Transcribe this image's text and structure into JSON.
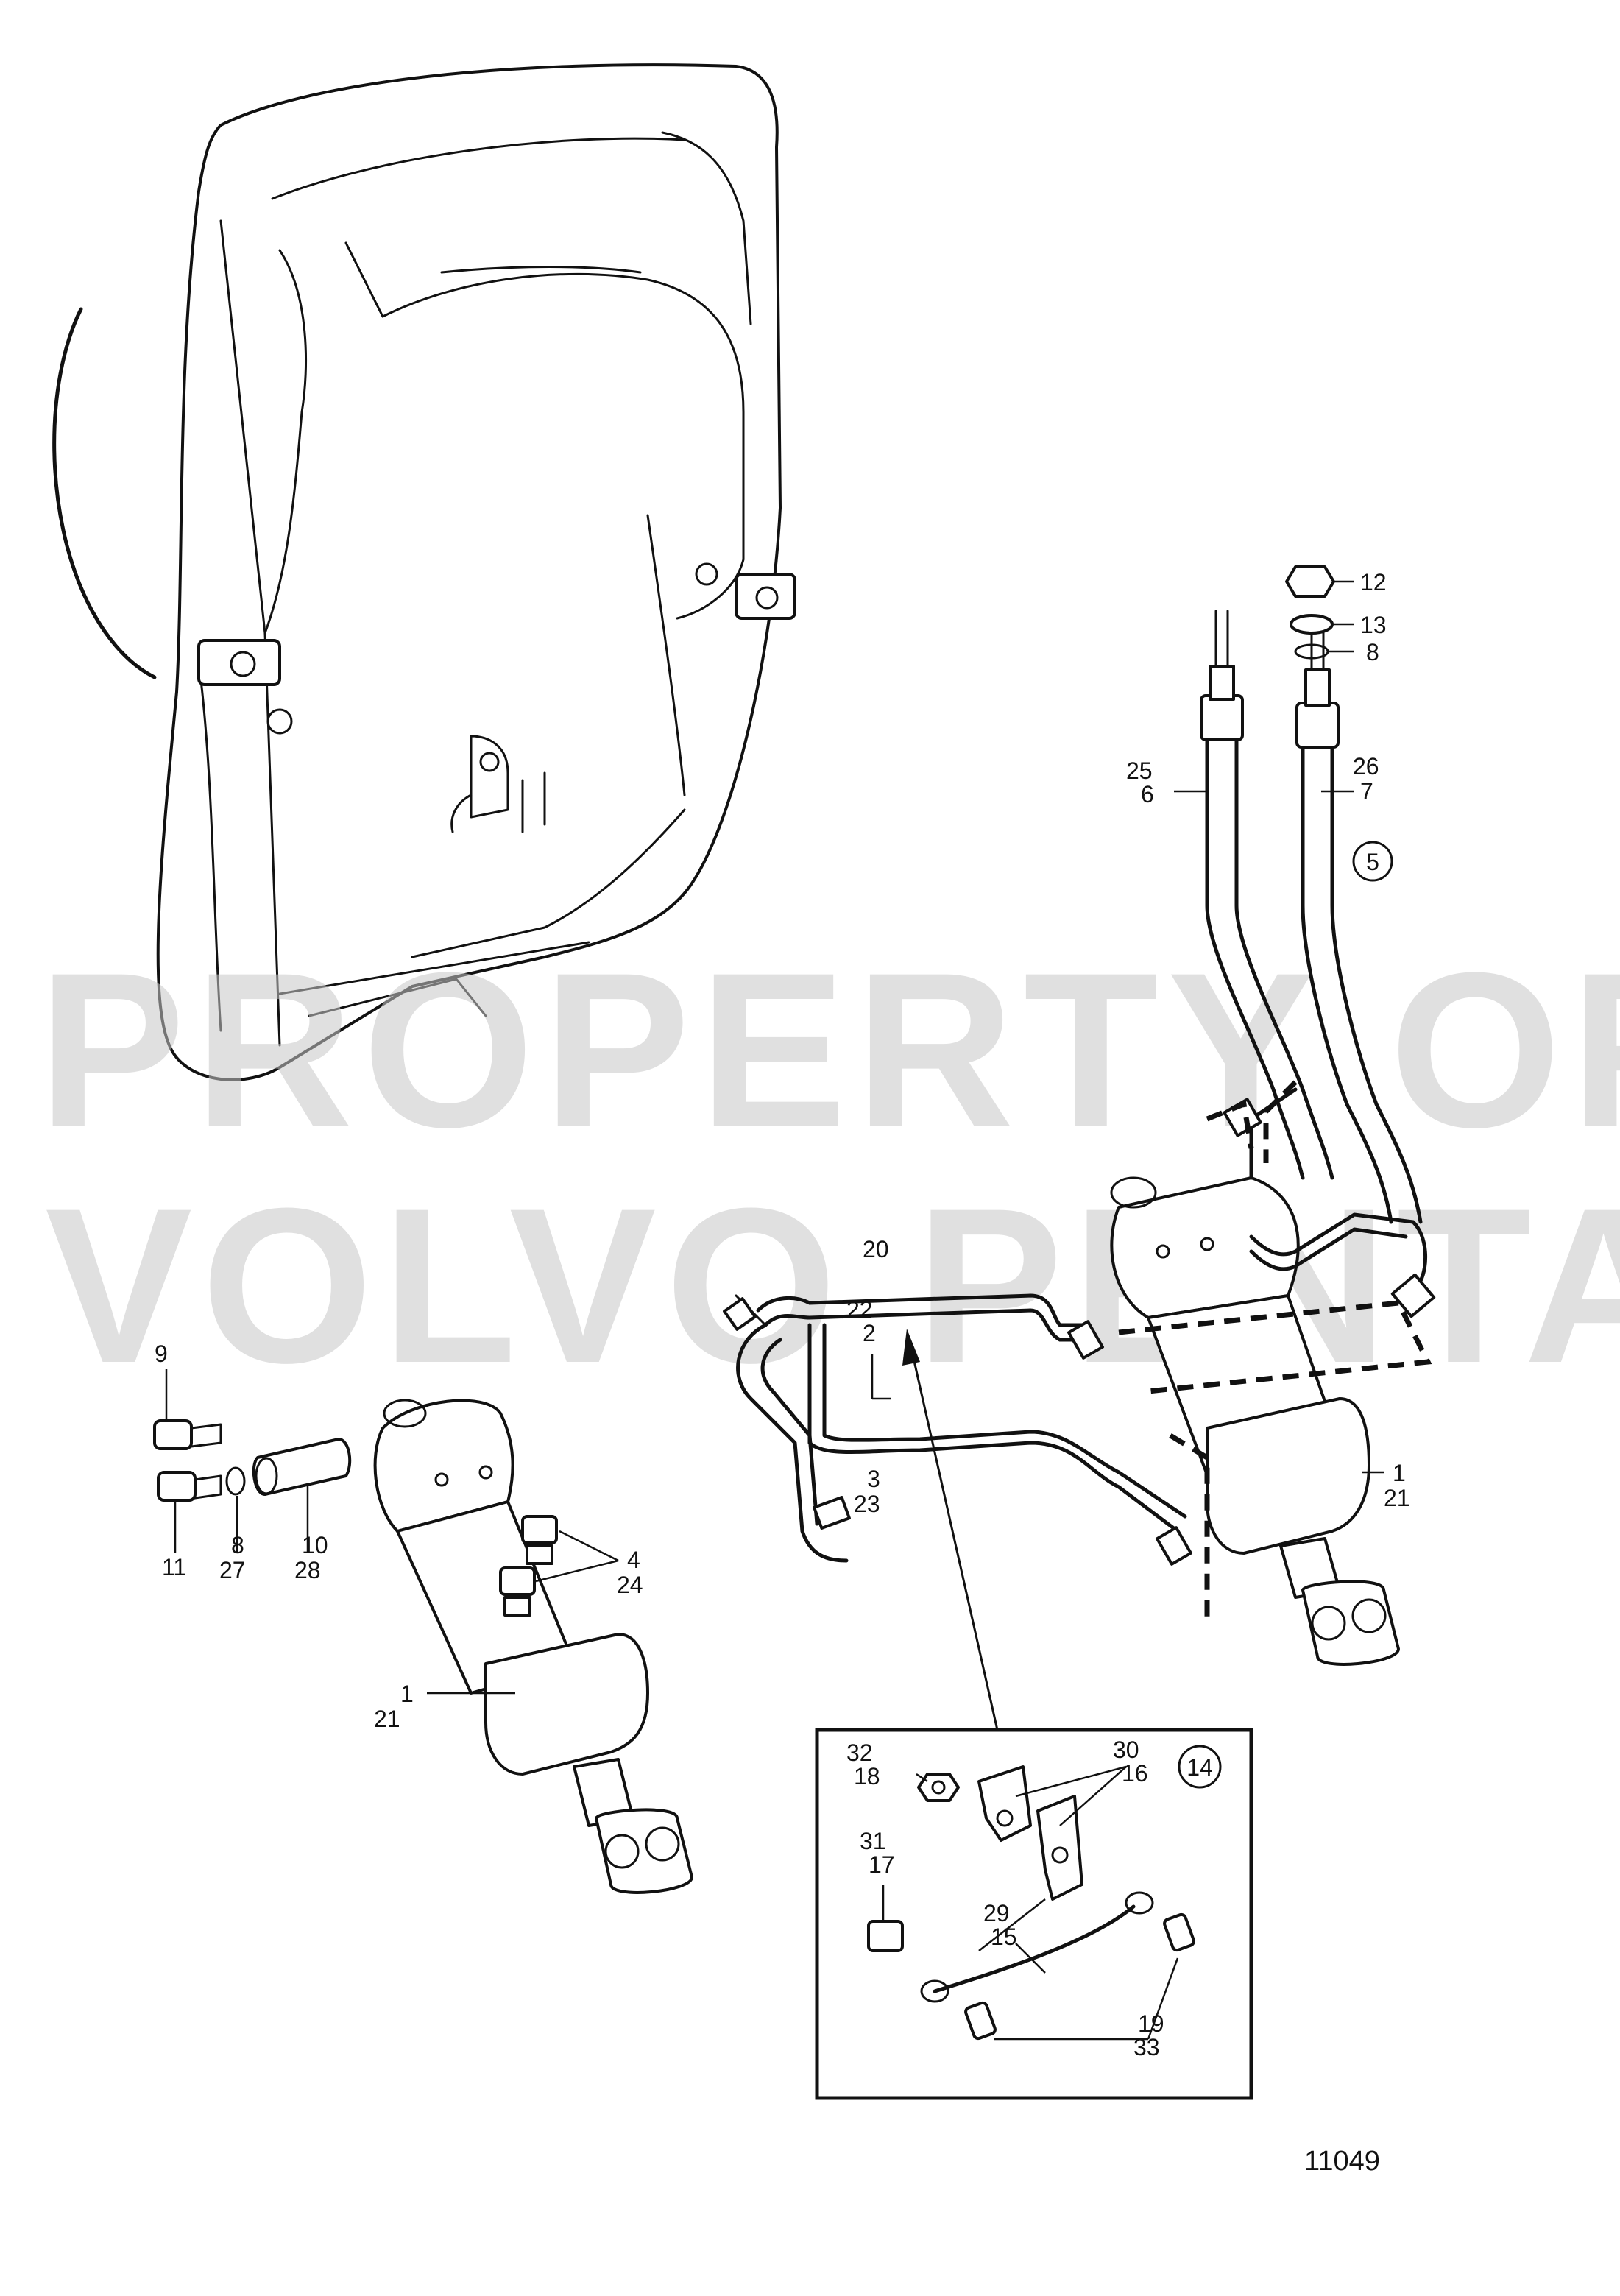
{
  "watermark": {
    "line1": "PROPERTY OF",
    "line2": "VOLVO PENTA"
  },
  "drawing_number": "11049",
  "ref_circles": {
    "hose_detail": "5",
    "clamp_detail": "14"
  },
  "labels": {
    "n12": "12",
    "n13": "13",
    "n8a": "8",
    "n25": "25",
    "n6": "6",
    "n26": "26",
    "n7": "7",
    "n20": "20",
    "n22": "22",
    "n2": "2",
    "n3": "3",
    "n23": "23",
    "n1r": "1",
    "n21r": "21",
    "n9": "9",
    "n11": "11",
    "n8b": "8",
    "n27": "27",
    "n10": "10",
    "n28": "28",
    "n4": "4",
    "n24": "24",
    "n1l": "1",
    "n21l": "21",
    "n32": "32",
    "n18": "18",
    "n30": "30",
    "n16": "16",
    "n31": "31",
    "n17": "17",
    "n29": "29",
    "n15": "15",
    "n19": "19",
    "n33": "33"
  }
}
